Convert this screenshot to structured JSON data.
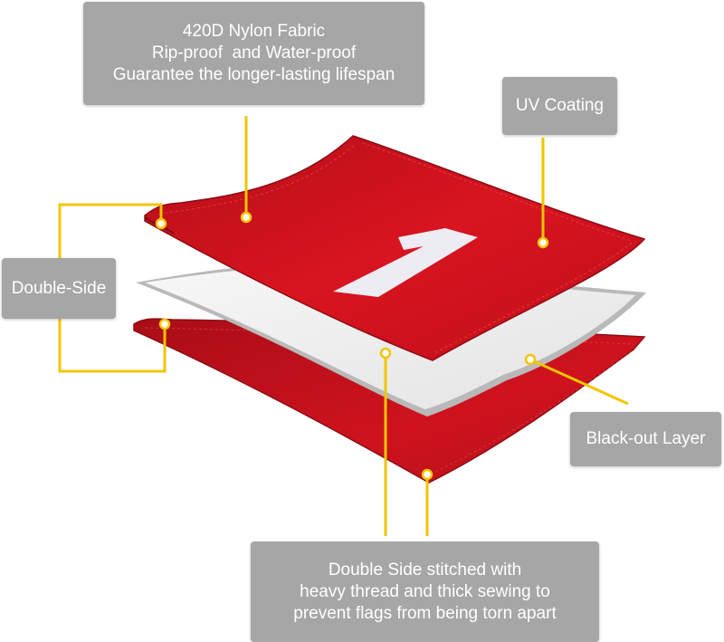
{
  "callouts": {
    "nylon": {
      "lines": [
        "420D Nylon Fabric",
        "Rip-proof  and Water-proof",
        "Guarantee the longer-lasting lifespan"
      ]
    },
    "uv": {
      "lines": [
        "UV Coating"
      ]
    },
    "double_side": {
      "lines": [
        "Double-Side"
      ]
    },
    "blackout": {
      "lines": [
        "Black-out Layer"
      ]
    },
    "stitch": {
      "lines": [
        "Double Side stitched with",
        "heavy thread and thick sewing to",
        "prevent flags from being torn apart"
      ]
    }
  },
  "flag": {
    "number": "1"
  },
  "colors": {
    "fabric_red": "#c8121e",
    "fabric_red_dark": "#9e0d16",
    "blackout_layer": "#eeeeee",
    "blackout_edge": "#b9b9b9",
    "callout_bg": "#a6a6a6",
    "callout_text": "#ffffff",
    "leader_line": "#f2c500",
    "marker_fill": "#ffffff"
  }
}
